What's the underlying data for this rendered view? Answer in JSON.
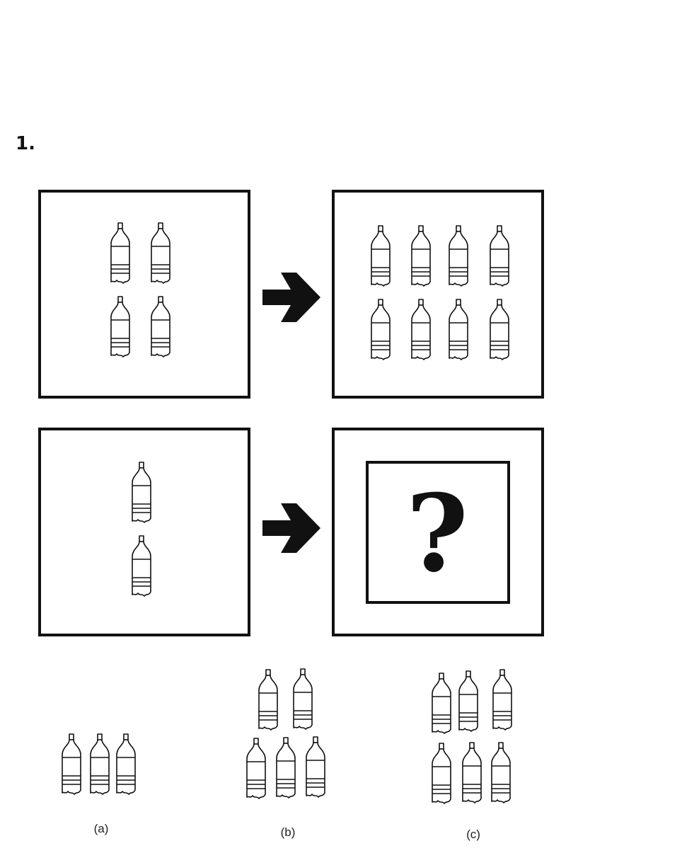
{
  "question": {
    "number": "1."
  },
  "puzzle": {
    "example_input_count": 4,
    "example_output_count": 8,
    "problem_input_count": 2,
    "answer_placeholder": "?",
    "arrow_icon": "right-arrow-icon",
    "item_icon": "water-bottle-icon"
  },
  "options": [
    {
      "label": "(a)",
      "count": 3
    },
    {
      "label": "(b)",
      "count": 5
    },
    {
      "label": "(c)",
      "count": 6
    }
  ]
}
